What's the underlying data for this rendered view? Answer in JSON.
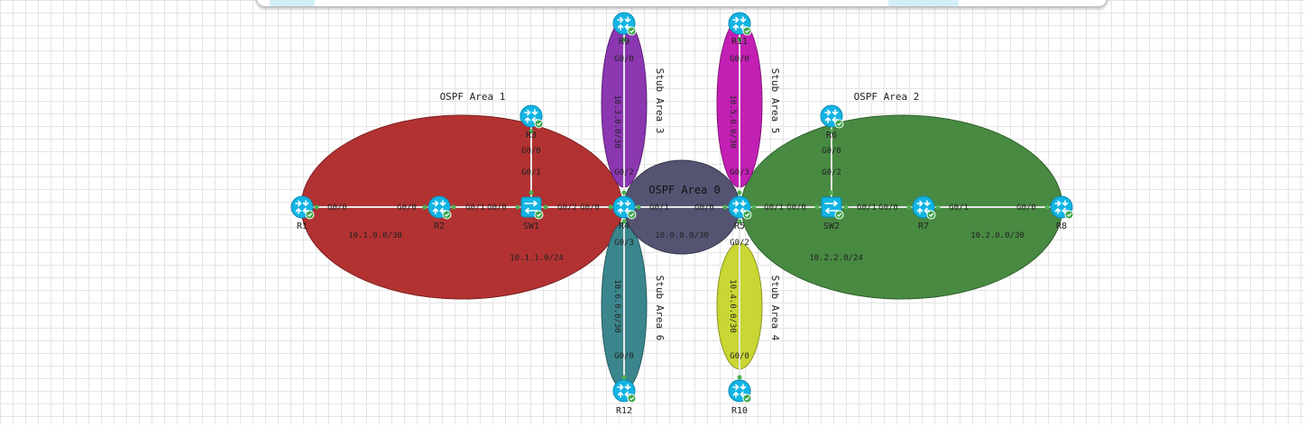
{
  "areas": {
    "area1": "OSPF Area 1",
    "area2": "OSPF Area 2",
    "area0": "OSPF Area 0",
    "stub3": "Stub Area 3",
    "stub5": "Stub Area 5",
    "stub6": "Stub Area 6",
    "stub4": "Stub Area 4"
  },
  "devices": {
    "R1": "R1",
    "R2": "R2",
    "R3": "R3",
    "R4": "R4",
    "R5": "R5",
    "R6": "R6",
    "R7": "R7",
    "R8": "R8",
    "R9": "R9",
    "R10": "R10",
    "R11": "R11",
    "R12": "R12",
    "SW1": "SW1",
    "SW2": "SW2"
  },
  "networks": {
    "n1": "10.1.0.0/30",
    "n2": "10.1.1.0/24",
    "n3": "10.0.0.0/30",
    "n4": "10.2.2.0/24",
    "n5": "10.2.0.0/30",
    "n6": "10.3.0.0/30",
    "n7": "10.5.0.0/30",
    "n8": "10.6.0.0/30",
    "n9": "10.4.0.0/30"
  },
  "interfaces": {
    "r1_g00": "G0/0",
    "r2_g00": "G0/0",
    "r2_g01": "G0/1",
    "sw1_g00": "G0/0",
    "sw1_g01": "G0/1",
    "sw1_g02": "G0/2",
    "r3_g00": "G0/0",
    "r4_g00": "G0/0",
    "r4_g01": "G0/1",
    "r4_g02": "G0/2",
    "r4_g03": "G0/3",
    "r5_g00": "G0/0",
    "r5_g01": "G0/1",
    "r5_g02": "G0/2",
    "r5_g03": "G0/3",
    "sw2_g00": "G0/0",
    "sw2_g01": "G0/1",
    "sw2_g02": "G0/2",
    "r6_g00": "G0/0",
    "r7_g00": "G0/0",
    "r7_g01": "G0/1",
    "r8_g00": "G0/0",
    "r9_g00": "G0/0",
    "r11_g00": "G0/0",
    "r12_g00": "G0/0",
    "r10_g00": "G0/0"
  },
  "colors": {
    "area1": "#b23232",
    "area2": "#488a42",
    "area0": "#545472",
    "stub3": "#8a37b0",
    "stub5": "#c21fb3",
    "stub6": "#3a868c",
    "stub4": "#c9d633",
    "device": "#12b4e4",
    "status_ok": "#3da64a"
  }
}
